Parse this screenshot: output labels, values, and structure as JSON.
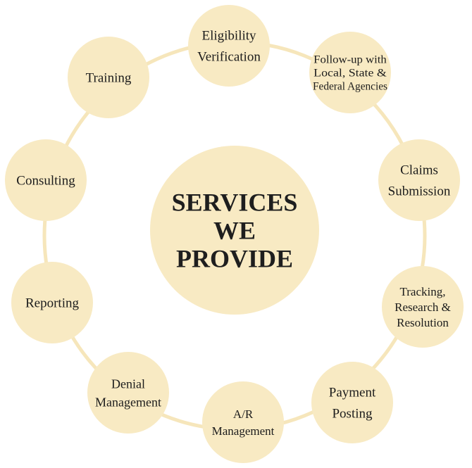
{
  "center": {
    "lines": [
      "SERVICES",
      "WE",
      "PROVIDE"
    ]
  },
  "colors": {
    "circle_fill": "#f8eac3",
    "ring": "#f6e6bb",
    "text": "#1c1c1c"
  },
  "services": [
    {
      "id": "eligibility-verification",
      "lines": [
        "Eligibility",
        "Verification"
      ]
    },
    {
      "id": "follow-up-agencies",
      "lines": [
        "Follow-up with",
        "Local, State &",
        "Federal Agencies"
      ]
    },
    {
      "id": "claims-submission",
      "lines": [
        "Claims",
        "Submission"
      ]
    },
    {
      "id": "tracking-research-resolution",
      "lines": [
        "Tracking,",
        "Research &",
        "Resolution"
      ]
    },
    {
      "id": "payment-posting",
      "lines": [
        "Payment",
        "Posting"
      ]
    },
    {
      "id": "ar-management",
      "lines": [
        "A/R",
        "Management"
      ]
    },
    {
      "id": "denial-management",
      "lines": [
        "Denial",
        "Management"
      ]
    },
    {
      "id": "reporting",
      "lines": [
        "Reporting"
      ]
    },
    {
      "id": "consulting",
      "lines": [
        "Consulting"
      ]
    },
    {
      "id": "training",
      "lines": [
        "Training"
      ]
    }
  ]
}
